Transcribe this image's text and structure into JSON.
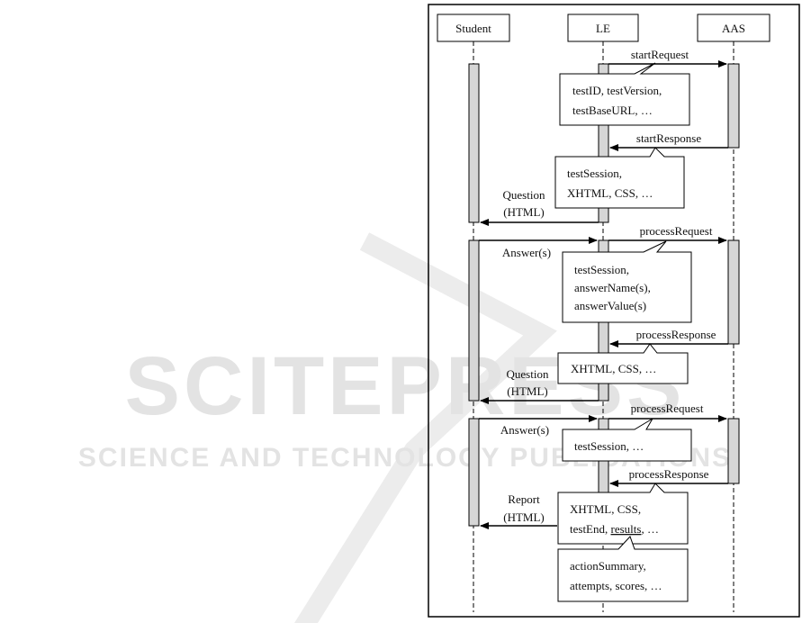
{
  "watermark": {
    "line1": "SCITEPRESS",
    "line2": "SCIENCE AND TECHNOLOGY PUBLICATIONS"
  },
  "participants": {
    "student": "Student",
    "le": "LE",
    "aas": "AAS"
  },
  "messages": {
    "start_request": "startRequest",
    "start_response": "startResponse",
    "question1_line1": "Question",
    "question1_line2": "(HTML)",
    "answer1": "Answer(s)",
    "process_request1": "processRequest",
    "process_response1": "processResponse",
    "question2_line1": "Question",
    "question2_line2": "(HTML)",
    "process_request2": "processRequest",
    "answer2": "Answer(s)",
    "process_response2": "processResponse",
    "report_line1": "Report",
    "report_line2": "(HTML)"
  },
  "notes": {
    "start_request": [
      "testID,  testVersion,",
      "testBaseURL, …"
    ],
    "start_response": [
      "testSession,",
      "XHTML, CSS,  …"
    ],
    "process_request1": [
      "testSession,",
      "answerName(s),",
      "answerValue(s)"
    ],
    "process_response1": [
      "XHTML, CSS, …"
    ],
    "process_request2": [
      "testSession, …"
    ],
    "process_response2_a": "XHTML, CSS,",
    "process_response2_b_prefix": "testEnd, ",
    "process_response2_b_results": "results",
    "process_response2_b_suffix": ", …",
    "results": [
      "actionSummary,",
      "attempts, scores, …"
    ]
  }
}
